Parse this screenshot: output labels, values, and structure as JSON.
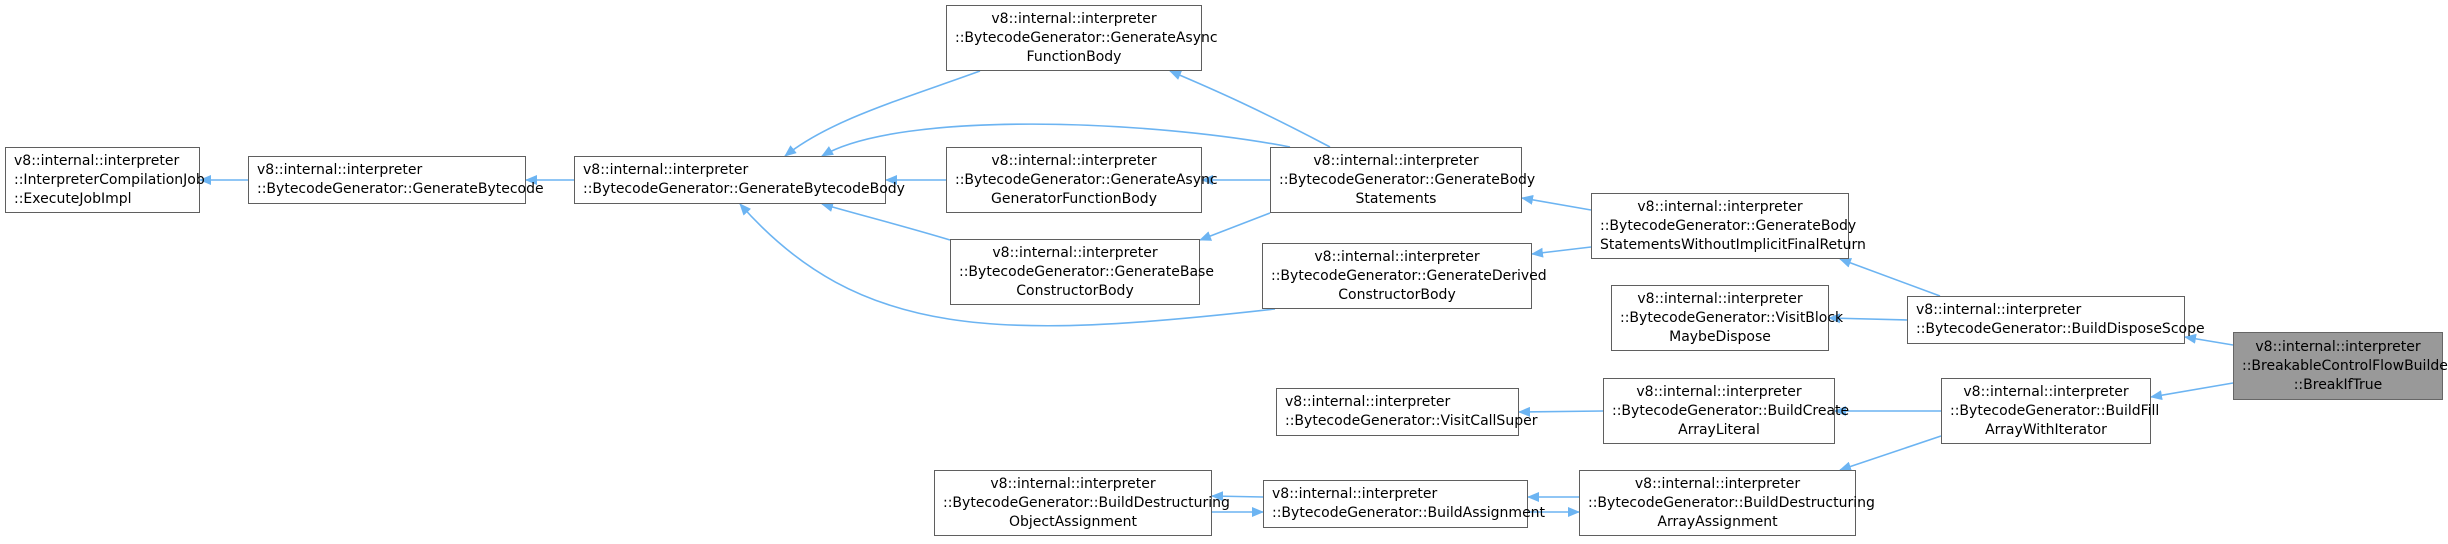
{
  "colors": {
    "edge": "#6cb4f2",
    "node_border": "#5f5f5f",
    "focus_fill": "#999999"
  },
  "nodes": [
    {
      "id": "n0",
      "lines": [
        "v8::internal::interpreter",
        "::InterpreterCompilationJob",
        "::ExecuteJobImpl"
      ]
    },
    {
      "id": "n1",
      "lines": [
        "v8::internal::interpreter",
        "::BytecodeGenerator::GenerateBytecode"
      ]
    },
    {
      "id": "n2",
      "lines": [
        "v8::internal::interpreter",
        "::BytecodeGenerator::GenerateBytecodeBody"
      ]
    },
    {
      "id": "n3",
      "lines": [
        "v8::internal::interpreter",
        "::BytecodeGenerator::GenerateAsync",
        "FunctionBody"
      ]
    },
    {
      "id": "n4",
      "lines": [
        "v8::internal::interpreter",
        "::BytecodeGenerator::GenerateAsync",
        "GeneratorFunctionBody"
      ]
    },
    {
      "id": "n5",
      "lines": [
        "v8::internal::interpreter",
        "::BytecodeGenerator::GenerateBase",
        "ConstructorBody"
      ]
    },
    {
      "id": "n6",
      "lines": [
        "v8::internal::interpreter",
        "::BytecodeGenerator::GenerateBody",
        "Statements"
      ]
    },
    {
      "id": "n7",
      "lines": [
        "v8::internal::interpreter",
        "::BytecodeGenerator::GenerateDerived",
        "ConstructorBody"
      ]
    },
    {
      "id": "n8",
      "lines": [
        "v8::internal::interpreter",
        "::BytecodeGenerator::GenerateBody",
        "StatementsWithoutImplicitFinalReturn"
      ]
    },
    {
      "id": "n9",
      "lines": [
        "v8::internal::interpreter",
        "::BytecodeGenerator::VisitBlock",
        "MaybeDispose"
      ]
    },
    {
      "id": "n10",
      "lines": [
        "v8::internal::interpreter",
        "::BytecodeGenerator::BuildDisposeScope"
      ]
    },
    {
      "id": "n11",
      "lines": [
        "v8::internal::interpreter",
        "::BreakableControlFlowBuilder",
        "::BreakIfTrue"
      ]
    },
    {
      "id": "n12",
      "lines": [
        "v8::internal::interpreter",
        "::BytecodeGenerator::VisitCallSuper"
      ]
    },
    {
      "id": "n13",
      "lines": [
        "v8::internal::interpreter",
        "::BytecodeGenerator::BuildCreate",
        "ArrayLiteral"
      ]
    },
    {
      "id": "n14",
      "lines": [
        "v8::internal::interpreter",
        "::BytecodeGenerator::BuildFill",
        "ArrayWithIterator"
      ]
    },
    {
      "id": "n15",
      "lines": [
        "v8::internal::interpreter",
        "::BytecodeGenerator::BuildDestructuring",
        "ObjectAssignment"
      ]
    },
    {
      "id": "n16",
      "lines": [
        "v8::internal::interpreter",
        "::BytecodeGenerator::BuildAssignment"
      ]
    },
    {
      "id": "n17",
      "lines": [
        "v8::internal::interpreter",
        "::BytecodeGenerator::BuildDestructuring",
        "ArrayAssignment"
      ]
    }
  ],
  "edges": [
    {
      "from": "n1",
      "to": "n0"
    },
    {
      "from": "n2",
      "to": "n1"
    },
    {
      "from": "n3",
      "to": "n2"
    },
    {
      "from": "n6",
      "to": "n2"
    },
    {
      "from": "n4",
      "to": "n2"
    },
    {
      "from": "n5",
      "to": "n2"
    },
    {
      "from": "n7",
      "to": "n2"
    },
    {
      "from": "n6",
      "to": "n3"
    },
    {
      "from": "n6",
      "to": "n4"
    },
    {
      "from": "n6",
      "to": "n5"
    },
    {
      "from": "n8",
      "to": "n6"
    },
    {
      "from": "n8",
      "to": "n7"
    },
    {
      "from": "n10",
      "to": "n8"
    },
    {
      "from": "n10",
      "to": "n9"
    },
    {
      "from": "n11",
      "to": "n10"
    },
    {
      "from": "n11",
      "to": "n14"
    },
    {
      "from": "n13",
      "to": "n12"
    },
    {
      "from": "n14",
      "to": "n13"
    },
    {
      "from": "n14",
      "to": "n17"
    },
    {
      "from": "n17",
      "to": "n16"
    },
    {
      "from": "n16",
      "to": "n15"
    },
    {
      "from": "n15",
      "to": "n16"
    },
    {
      "from": "n16",
      "to": "n17"
    }
  ]
}
